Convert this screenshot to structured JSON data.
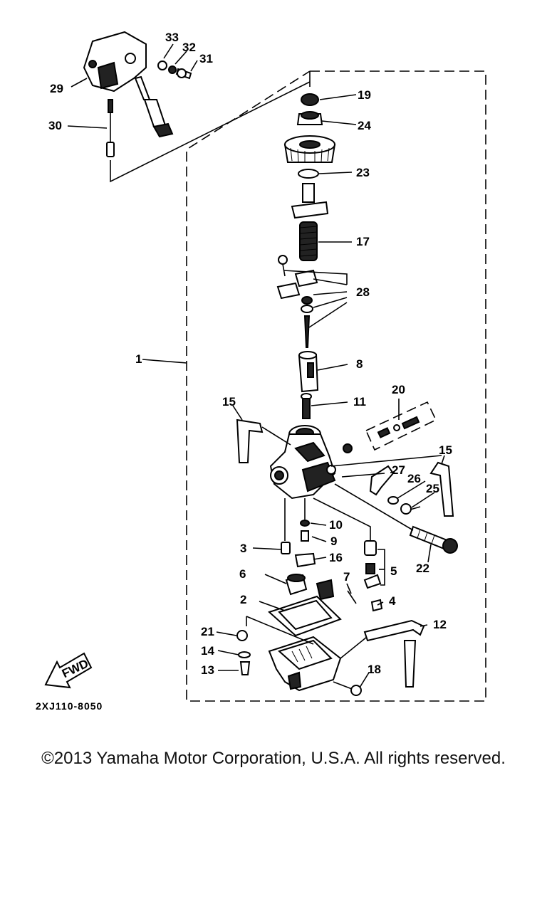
{
  "diagram": {
    "part_labels": {
      "p1": "1",
      "p2": "2",
      "p3": "3",
      "p4": "4",
      "p5": "5",
      "p6": "6",
      "p7": "7",
      "p8": "8",
      "p9": "9",
      "p10": "10",
      "p11": "11",
      "p12": "12",
      "p13": "13",
      "p14": "14",
      "p15a": "15",
      "p15b": "15",
      "p16": "16",
      "p17": "17",
      "p18": "18",
      "p19": "19",
      "p20": "20",
      "p21": "21",
      "p22": "22",
      "p23": "23",
      "p24": "24",
      "p25": "25",
      "p26": "26",
      "p27": "27",
      "p28": "28",
      "p29": "29",
      "p30": "30",
      "p31": "31",
      "p32": "32",
      "p33": "33"
    },
    "fwd_label": "FWD",
    "diagram_code": "2XJ110-8050"
  },
  "footer": {
    "copyright": "©2013 Yamaha Motor Corporation, U.S.A. All rights reserved."
  }
}
